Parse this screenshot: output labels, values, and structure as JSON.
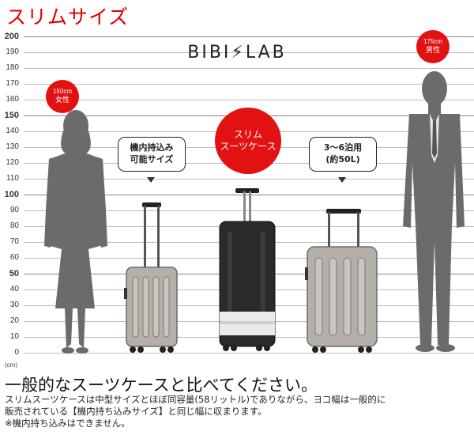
{
  "header": {
    "title": "スリムサイズ"
  },
  "brand": {
    "logo_text": "BIBI⚡LAB"
  },
  "scale": {
    "unit": "(cm)",
    "ticks": [
      "200",
      "190",
      "180",
      "170",
      "160",
      "150",
      "140",
      "130",
      "120",
      "110",
      "100",
      "90",
      "80",
      "70",
      "60",
      "50",
      "40",
      "30",
      "20",
      "10",
      "0"
    ],
    "major_ticks": [
      "200",
      "150",
      "100",
      "50"
    ]
  },
  "badges": {
    "woman": {
      "height": "150cm",
      "label": "女性"
    },
    "man": {
      "height": "175cm",
      "label": "男性"
    },
    "slim": {
      "line1": "スリム",
      "line2": "スーツケース"
    }
  },
  "callouts": {
    "carry_on": {
      "line1": "機内持込み",
      "line2": "可能サイズ"
    },
    "medium": {
      "line1": "3～6泊用",
      "line2": "(約50L)"
    }
  },
  "colors": {
    "accent_red": "#e31212",
    "title_red": "#e00000",
    "silhouette": "#6b6b6b",
    "silver_case": "#b4afa8",
    "black_case": "#2a2a2a"
  },
  "footer": {
    "heading": "一般的なスーツケースと比べてください。",
    "line1": "スリムスーツケースは中型サイズとほぼ同容量(58リットル)でありながら、ヨコ幅は一般的に",
    "line2": "販売されている【機内持ち込みサイズ】と同じ幅に収まります。",
    "note": "※機内持ち込みはできません。"
  }
}
